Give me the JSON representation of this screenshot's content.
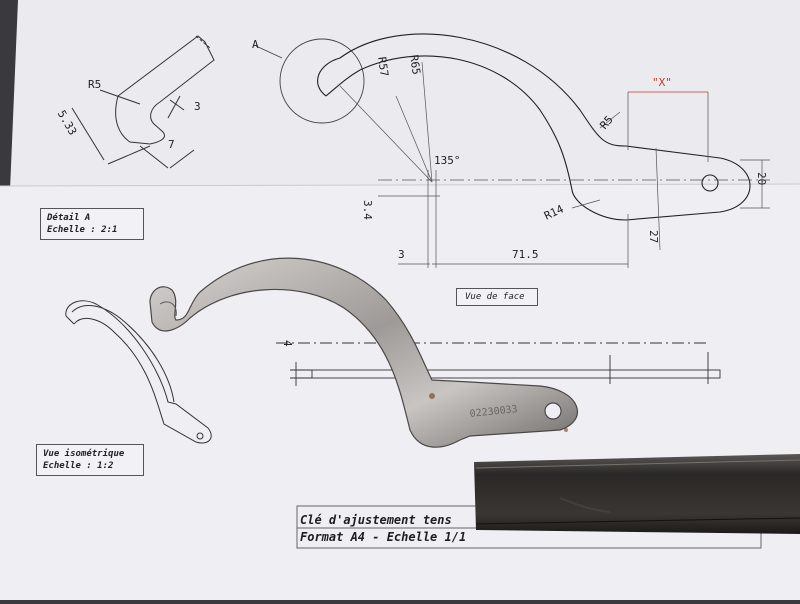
{
  "detail_box": {
    "title": "Détail A",
    "scale": "Echelle :  2:1"
  },
  "iso_box": {
    "title": "Vue isométrique",
    "scale": "Echelle :  1:2"
  },
  "front_label": "Vue de face",
  "title_block": {
    "line1": "Clé d'ajustement tens",
    "line2": "Format A4 - Echelle 1/1"
  },
  "dims": {
    "detail_r5": "R5",
    "detail_3": "3",
    "detail_533": "5.33",
    "detail_7": "7",
    "a_marker": "A",
    "r57": "R57",
    "r65": "R65",
    "r5": "R5",
    "x": "\"X\"",
    "angle": "135°",
    "r14": "R14",
    "d20": "20",
    "d27": "27",
    "d34": "3.4",
    "d3": "3",
    "d715": "71.5",
    "d4": "4"
  },
  "stamp_text": "02230033",
  "colors": {
    "paper": "#efeff3",
    "backdrop": "#3a3a3e",
    "metal": "#a9a6a6",
    "ruler": "#2c2a28",
    "dim_red": "#c0392b"
  }
}
